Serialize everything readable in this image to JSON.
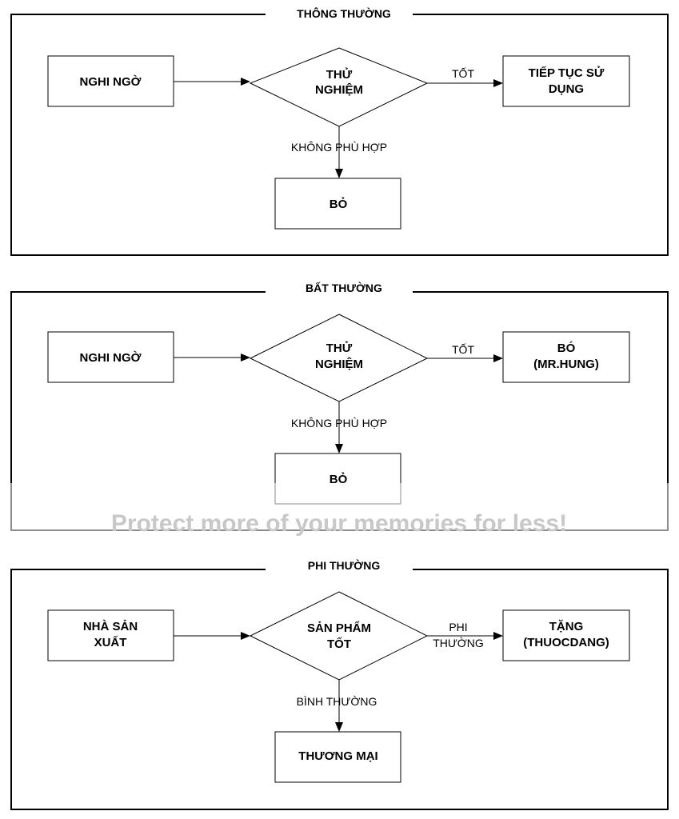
{
  "panels": [
    {
      "title": "THÔNG THƯỜNG",
      "source": [
        "NGHI NGỜ"
      ],
      "decision": [
        "THỬ",
        "NGHIỆM"
      ],
      "right": [
        "TIẾP TỤC SỬ",
        "DỤNG"
      ],
      "bottom": [
        "BỎ"
      ],
      "edge_right": [
        "TỐT"
      ],
      "edge_down": [
        "KHÔNG PHÙ HỢP"
      ]
    },
    {
      "title": "BẤT THƯỜNG",
      "source": [
        "NGHI NGỜ"
      ],
      "decision": [
        "THỬ",
        "NGHIỆM"
      ],
      "right": [
        "BÓ",
        "(MR.HUNG)"
      ],
      "bottom": [
        "BỎ"
      ],
      "edge_right": [
        "TỐT"
      ],
      "edge_down": [
        "KHÔNG PHÙ HỢP"
      ]
    },
    {
      "title": "PHI THƯỜNG",
      "source": [
        "NHÀ SẢN",
        "XUẤT"
      ],
      "decision": [
        "SẢN PHẨM",
        "TỐT"
      ],
      "right": [
        "TẶNG",
        "(THUOCDANG)"
      ],
      "bottom": [
        "THƯƠNG MẠI"
      ],
      "edge_right": [
        "PHI",
        "THƯỜNG"
      ],
      "edge_down": [
        "BÌNH THƯỜNG"
      ]
    }
  ],
  "watermark": "Protect more of your memories for less!"
}
